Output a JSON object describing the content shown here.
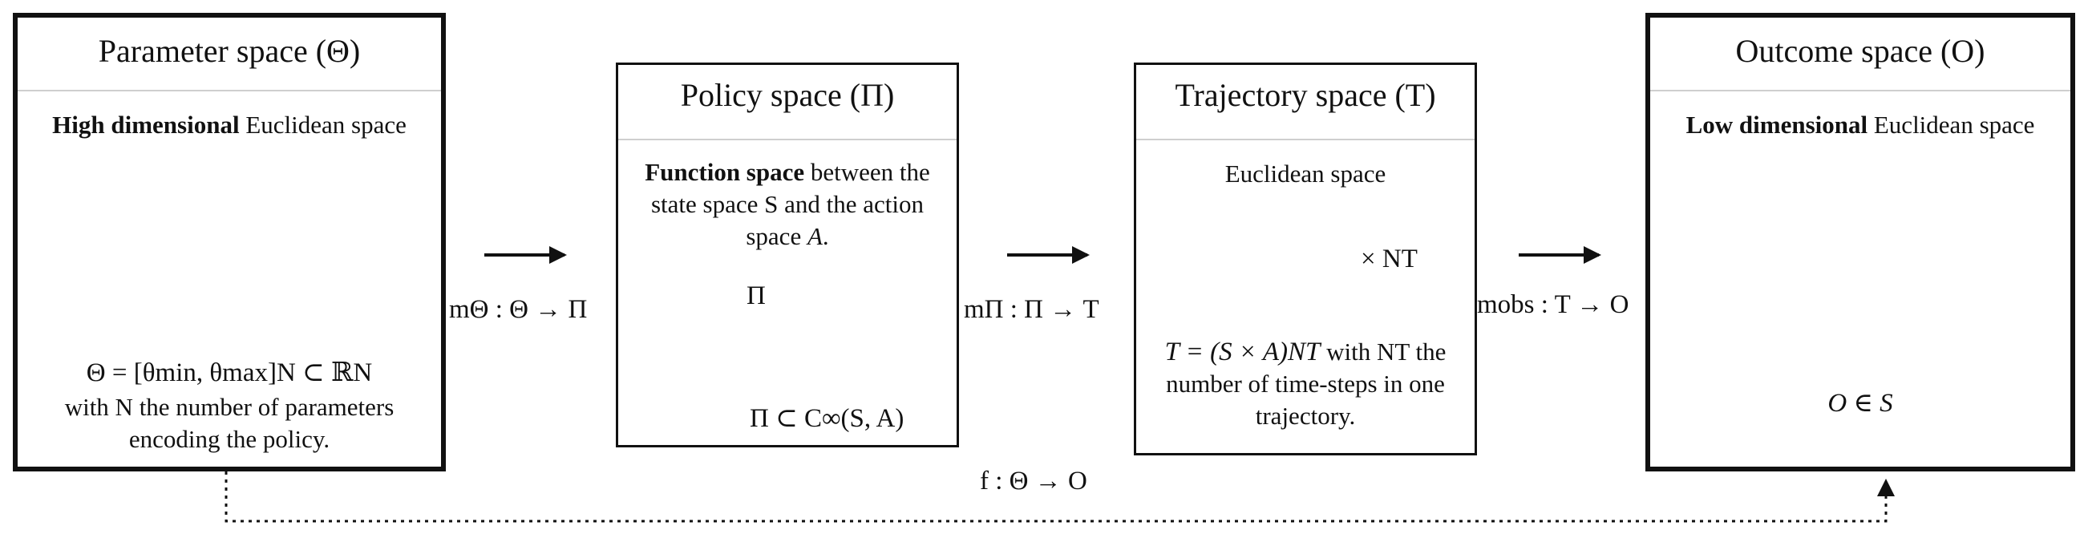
{
  "boxes": {
    "parameter": {
      "title": "Parameter space (Θ)",
      "subtitle_bold": "High dimensional",
      "subtitle_rest": " Euclidean space",
      "formula": "Θ = [θmin, θmax]N ⊂ ℝN",
      "desc_line1": "with N the number of parameters",
      "desc_line2": "encoding the policy."
    },
    "policy": {
      "title": "Policy space (Π)",
      "desc_bold": "Function space",
      "desc_rest1": " between the",
      "desc_line2": "state space S and the action",
      "desc_line3_pre": "space ",
      "desc_line3_var": "A",
      "desc_line3_post": ".",
      "blob_label": "Π",
      "formula": "Π ⊂ C∞(S, A)"
    },
    "trajectory": {
      "title": "Trajectory space (T)",
      "subtitle": "Euclidean space",
      "multiplier": "× NT",
      "formula": "T = (S × A)NT",
      "formula_tail": " with NT the",
      "desc_line2": "number of time-steps in one",
      "desc_line3": "trajectory."
    },
    "outcome": {
      "title": "Outcome space (O)",
      "subtitle_bold": "Low dimensional",
      "subtitle_rest": " Euclidean space",
      "formula": "O ∈ S"
    }
  },
  "mappings": {
    "m_theta": "mΘ : Θ → Π",
    "m_pi": "mΠ : Π → T",
    "m_obs": "mobs : T → O",
    "f": "f : Θ → O"
  },
  "colors": {
    "cube": "#3aa0d8",
    "planes": "#e0402f"
  }
}
